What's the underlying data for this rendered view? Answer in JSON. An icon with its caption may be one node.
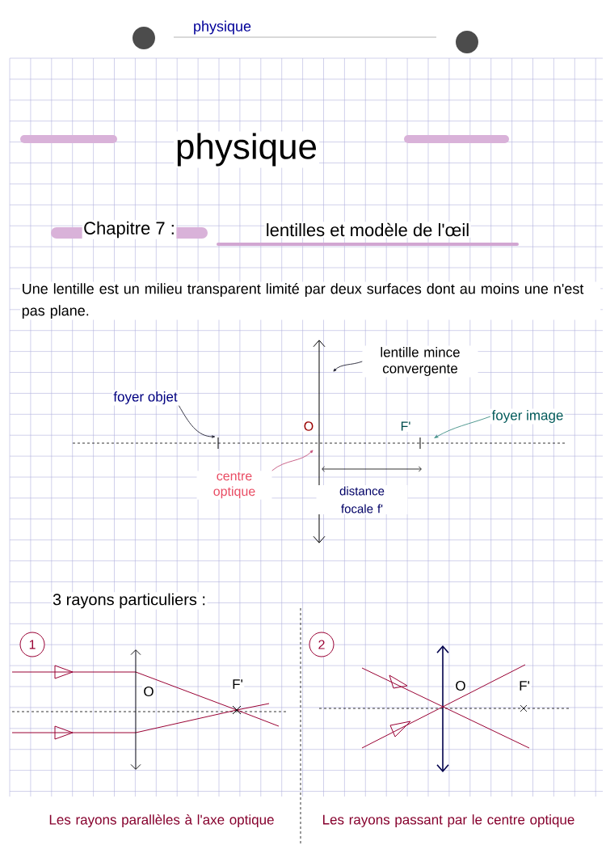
{
  "diagram": {
    "title": "physique",
    "nodes": [
      {
        "text": [
          "lentille mince convergente"
        ]
      },
      {
        "text": [
          "foyer objet"
        ]
      },
      {
        "text": [
          "foyer image"
        ]
      },
      {
        "text": [
          "centre optique"
        ]
      },
      {
        "text": [
          "1"
        ]
      },
      {
        "text": [
          "2"
        ]
      }
    ],
    "edges": [
      {
        "from": 0,
        "to": null,
        "arrow": "to"
      },
      {
        "from": 1,
        "to": null,
        "arrow": "to"
      },
      {
        "from": 2,
        "to": null,
        "arrow": "to",
        "color": "#3f8f86"
      },
      {
        "from": 3,
        "to": null,
        "arrow": "to",
        "color": "#c4557e"
      }
    ],
    "labels": [
      "physique",
      "Chapitre 7 :",
      "lentilles et modèle de l'œil",
      "Une lentille est un milieu transparent limité par deux surfaces dont au moins une n'est pas plane.",
      "O",
      "F'",
      "distance focale f'",
      "3 rayons particuliers :",
      "O",
      "F'",
      "O",
      "F'",
      "Les rayons parallèles à l'axe optique",
      "Les rayons passant par le centre optique"
    ]
  }
}
